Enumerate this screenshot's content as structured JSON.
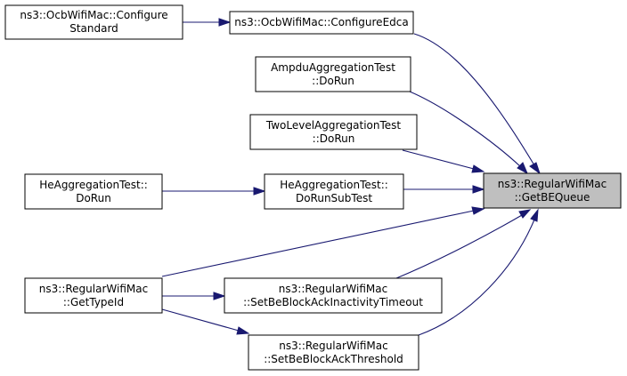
{
  "colors": {
    "edge": "#191970",
    "node_border": "#000000",
    "node_fill": "#ffffff",
    "highlight_fill": "#bfbfbf"
  },
  "nodes": {
    "configure_standard": {
      "lines": [
        "ns3::OcbWifiMac::Configure",
        "Standard"
      ]
    },
    "configure_edca": {
      "lines": [
        "ns3::OcbWifiMac::ConfigureEdca"
      ]
    },
    "ampdu_doRun": {
      "lines": [
        "AmpduAggregationTest",
        "::DoRun"
      ]
    },
    "twolevel_doRun": {
      "lines": [
        "TwoLevelAggregationTest",
        "::DoRun"
      ]
    },
    "he_doRun": {
      "lines": [
        "HeAggregationTest::",
        "DoRun"
      ]
    },
    "he_doRunSubTest": {
      "lines": [
        "HeAggregationTest::",
        "DoRunSubTest"
      ]
    },
    "get_be_queue": {
      "lines": [
        "ns3::RegularWifiMac",
        "::GetBEQueue"
      ],
      "highlighted": true
    },
    "get_type_id": {
      "lines": [
        "ns3::RegularWifiMac",
        "::GetTypeId"
      ]
    },
    "set_inactivity_timeout": {
      "lines": [
        "ns3::RegularWifiMac",
        "::SetBeBlockAckInactivityTimeout"
      ]
    },
    "set_threshold": {
      "lines": [
        "ns3::RegularWifiMac",
        "::SetBeBlockAckThreshold"
      ]
    }
  },
  "edges": [
    {
      "from": "configure_standard",
      "to": "configure_edca"
    },
    {
      "from": "configure_edca",
      "to": "get_be_queue"
    },
    {
      "from": "ampdu_doRun",
      "to": "get_be_queue"
    },
    {
      "from": "twolevel_doRun",
      "to": "get_be_queue"
    },
    {
      "from": "he_doRun",
      "to": "he_doRunSubTest"
    },
    {
      "from": "he_doRunSubTest",
      "to": "get_be_queue"
    },
    {
      "from": "get_type_id",
      "to": "get_be_queue"
    },
    {
      "from": "set_inactivity_timeout",
      "to": "get_be_queue"
    },
    {
      "from": "set_threshold",
      "to": "get_be_queue"
    },
    {
      "from": "get_type_id",
      "to": "set_inactivity_timeout"
    },
    {
      "from": "get_type_id",
      "to": "set_threshold"
    }
  ]
}
